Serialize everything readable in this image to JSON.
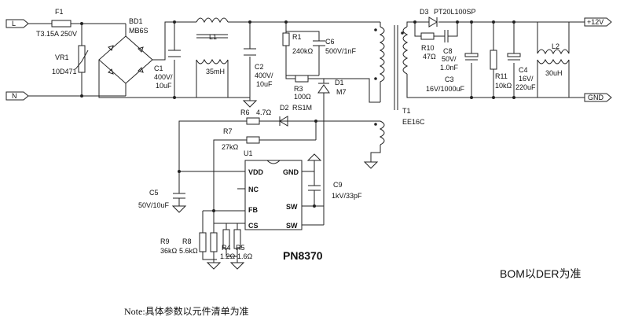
{
  "terminals": {
    "line": "L",
    "neutral": "N",
    "out_pos": "+12V",
    "out_gnd": "GND"
  },
  "fuse": {
    "ref": "F1",
    "value": "T3.15A 250V"
  },
  "varistor": {
    "ref": "VR1",
    "value": "10D471"
  },
  "bridge": {
    "ref": "BD1",
    "value": "MB6S"
  },
  "c1": {
    "ref": "C1",
    "value1": "400V/",
    "value2": "10uF"
  },
  "l1": {
    "ref": "L1",
    "value": "35mH"
  },
  "c2": {
    "ref": "C2",
    "value1": "400V/",
    "value2": "10uF"
  },
  "r1": {
    "ref": "R1",
    "value": "240kΩ"
  },
  "c6": {
    "ref": "C6",
    "value": "500V/1nF"
  },
  "r3": {
    "ref": "R3",
    "value": "100Ω"
  },
  "d1": {
    "ref": "D1",
    "value": "M7"
  },
  "r6": {
    "ref": "R6",
    "value": "4.7Ω"
  },
  "d2": {
    "ref": "D2",
    "value": "RS1M"
  },
  "r7": {
    "ref": "R7",
    "value": "27kΩ"
  },
  "u1": {
    "ref": "U1",
    "part": "PN8370",
    "pins": {
      "vdd": "VDD",
      "nc": "NC",
      "fb": "FB",
      "cs": "CS",
      "gnd": "GND",
      "sw1": "SW",
      "sw2": "SW"
    }
  },
  "c9": {
    "ref": "C9",
    "value": "1kV/33pF"
  },
  "c5": {
    "ref": "C5",
    "value": "50V/10uF"
  },
  "r9": {
    "ref": "R9",
    "value": "36kΩ"
  },
  "r8": {
    "ref": "R8",
    "value": "5.6kΩ"
  },
  "r4": {
    "ref": "R4",
    "value": "1.2Ω"
  },
  "r5": {
    "ref": "R5",
    "value": "1.6Ω"
  },
  "t1": {
    "ref": "T1",
    "value": "EE16C"
  },
  "d3": {
    "ref": "D3",
    "value": "PT20L100SP"
  },
  "r10": {
    "ref": "R10",
    "value": "47Ω"
  },
  "c8": {
    "ref": "C8",
    "value1": "50V/",
    "value2": "1.0nF"
  },
  "c3": {
    "ref": "C3",
    "value": "16V/1000uF"
  },
  "r11": {
    "ref": "R11",
    "value": "10kΩ"
  },
  "c4": {
    "ref": "C4",
    "value1": "16V/",
    "value2": "220uF"
  },
  "l2": {
    "ref": "L2",
    "value": "30uH"
  },
  "notes": {
    "bom": "BOM以DER为准",
    "footer": "Note:具体参数以元件清单为准"
  }
}
